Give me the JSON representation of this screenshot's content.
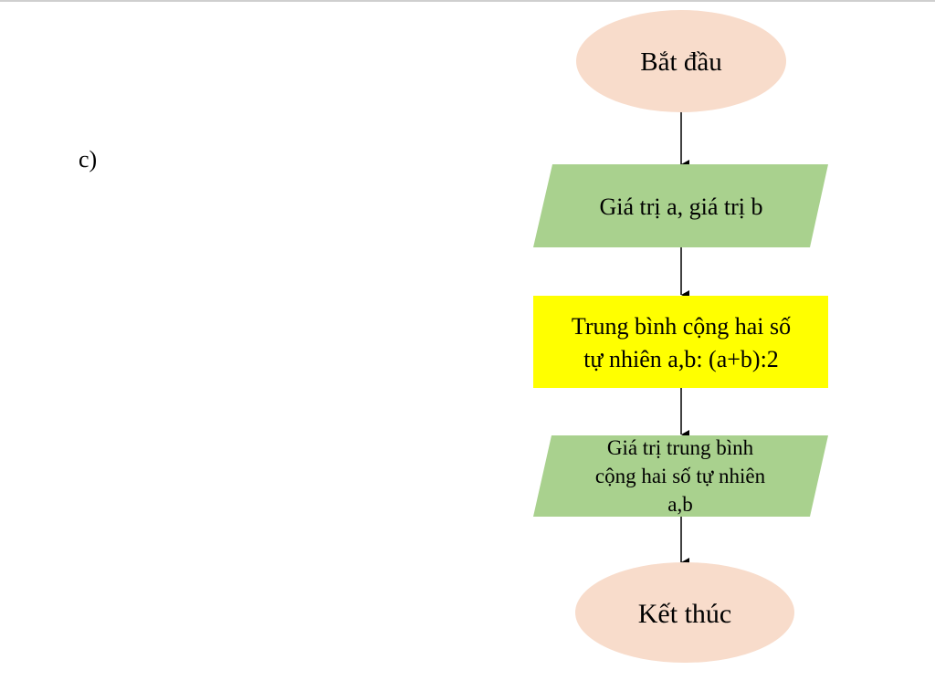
{
  "part_label": "c)",
  "colors": {
    "terminal_fill": "#f8dccb",
    "io_fill": "#a9d18e",
    "process_fill": "#ffff00",
    "arrow": "#000000"
  },
  "flowchart": {
    "start": "Bắt đầu",
    "input": "Giá trị a, giá trị b",
    "process": [
      "Trung bình cộng hai số",
      "tự nhiên a,b: (a+b):2"
    ],
    "output": [
      "Giá trị trung bình",
      "cộng hai số tự nhiên",
      "a,b"
    ],
    "end": "Kết thúc"
  }
}
